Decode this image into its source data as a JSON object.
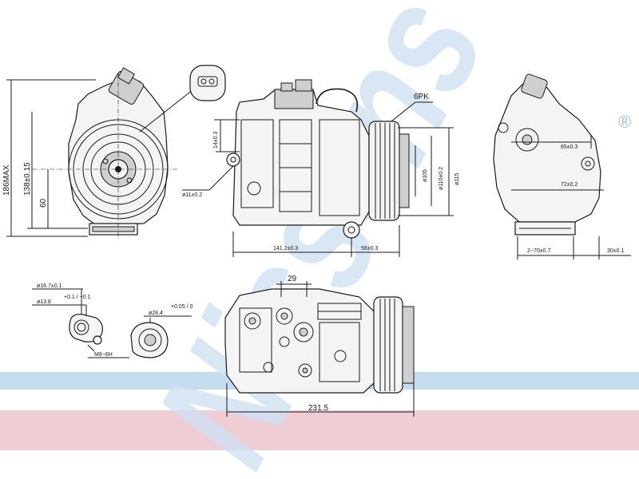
{
  "watermark": {
    "brand": "Nissens",
    "trademark": "®",
    "band_colors": {
      "blue": "#c5dcee",
      "pink": "#efcdd4",
      "logo": "#cfe0f0"
    }
  },
  "labels": {
    "height_max": "186MAX",
    "mount_height": "138±0.15",
    "lower_height": "60",
    "pulley_type": "6PK",
    "bolt_offset": "14±0.3",
    "bolt_hole": "ø11±0.2",
    "pulley_d1": "ø105",
    "pulley_d2": "ø110±0.2",
    "pulley_d3": "ø115",
    "body_length": "141.2±0.3",
    "pulley_length": "56±0.3",
    "side_upper": "65±0.3",
    "side_mid": "72±0.2",
    "side_spacing": "2−70±0.7",
    "side_offset": "30±0.1",
    "port_d1": "ø16.7±0.1",
    "port_d2": "ø13.8",
    "port_d2_tol": "+0.1 / −0.1",
    "port_d3": "ø28.4",
    "port_d3_tol": "+0.05 / 0",
    "thread": "M8−6H",
    "top_width": "29",
    "overall_length": "231.5"
  }
}
